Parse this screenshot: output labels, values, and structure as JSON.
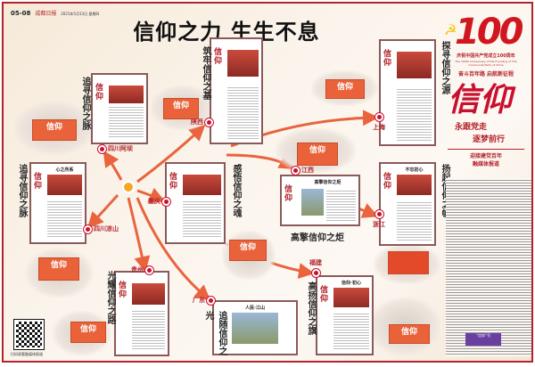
{
  "header": {
    "page_no": "05-08",
    "paper_name": "成都日报",
    "date_line": "2021年5月13日 星期四"
  },
  "headline": "信仰之力 生生不息",
  "right_column": {
    "logo": "100",
    "anniversary": "庆祝中国共产党成立100周年",
    "anniversary_en": "The 100th Anniversary of the Founding of The Communist Party of China",
    "slogan": "奋斗百年路 启航新征程",
    "calligraphy": "信仰",
    "motto_line1": "永跟党走",
    "motto_line2": "逐梦前行",
    "series_line1": "迎接建党百年",
    "series_line2": "融媒体报道",
    "box_label": "“信仰”号"
  },
  "sections": [
    {
      "theme": "追寻信仰之脉",
      "place": "四川阿坝"
    },
    {
      "theme": "筑牢信仰之基",
      "place": "陕西"
    },
    {
      "theme": "探寻信仰之源",
      "place": "上海"
    },
    {
      "theme": "感悟信仰之魂",
      "place": "重庆"
    },
    {
      "theme": "高擎信仰之炬",
      "place": "江西",
      "page_headline": "高擎信仰之炬"
    },
    {
      "theme": "扬起信仰之帆",
      "place": "浙江",
      "page_headline": "不忘初心"
    },
    {
      "theme": "追寻信仰之脉",
      "place": "四川凉山",
      "page_headline": "心之所系"
    },
    {
      "theme": "光耀信仰之路",
      "place": "贵州"
    },
    {
      "theme": "追随信仰之光",
      "place": "广东",
      "page_headline": "人民·江山"
    },
    {
      "theme": "高扬信仰之旗",
      "place": "福建",
      "page_headline": "信仰·初心"
    }
  ],
  "masthead": "信仰",
  "banner_text": "信仰",
  "qr_caption": "扫码观看融媒体报道",
  "colors": {
    "accent": "#c8102e",
    "arrow": "#e8552b",
    "border": "#b3232b"
  }
}
